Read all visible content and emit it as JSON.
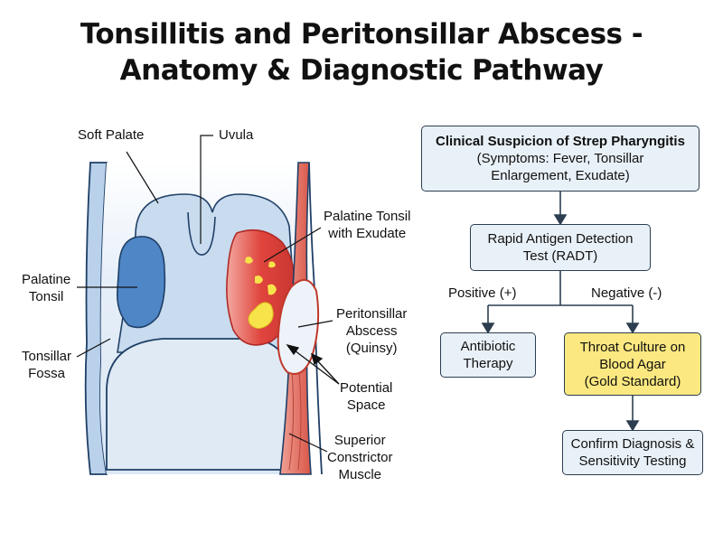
{
  "title": {
    "line1": "Tonsillitis and Peritonsillar Abscess -",
    "line2": "Anatomy & Diagnostic Pathway"
  },
  "anatomy_labels": {
    "soft_palate": "Soft Palate",
    "uvula": "Uvula",
    "palatine_tonsil_exudate_1": "Palatine Tonsil",
    "palatine_tonsil_exudate_2": "with Exudate",
    "palatine_tonsil_1": "Palatine",
    "palatine_tonsil_2": "Tonsil",
    "tonsillar_fossa_1": "Tonsillar",
    "tonsillar_fossa_2": "Fossa",
    "peritonsillar_abscess_1": "Peritonsillar",
    "peritonsillar_abscess_2": "Abscess",
    "peritonsillar_abscess_3": "(Quinsy)",
    "potential_space_1": "Potential",
    "potential_space_2": "Space",
    "superior_constrictor_1": "Superior",
    "superior_constrictor_2": "Constrictor",
    "superior_constrictor_3": "Muscle"
  },
  "flowchart": {
    "suspicion": {
      "line1": "Clinical Suspicion of Strep Pharyngitis",
      "line2": "(Symptoms: Fever, Tonsillar",
      "line3": "Enlargement, Exudate)"
    },
    "radt": {
      "line1": "Rapid Antigen Detection",
      "line2": "Test (RADT)"
    },
    "positive_label": "Positive (+)",
    "negative_label": "Negative (-)",
    "antibiotic": {
      "line1": "Antibiotic",
      "line2": "Therapy"
    },
    "culture": {
      "line1": "Throat Culture on",
      "line2": "Blood Agar",
      "line3": "(Gold Standard)"
    },
    "confirm": {
      "line1": "Confirm Diagnosis &",
      "line2": "Sensitivity Testing"
    }
  },
  "colors": {
    "tissue_light": "#dfeaf5",
    "tissue_mid": "#b9d1ea",
    "tonsil_blue": "#4f86c6",
    "inflamed_red": "#d9403a",
    "exudate_yellow": "#f7e34a",
    "muscle_red": "#e26a5f",
    "gold_box": "#fbe880",
    "box_fill": "#e9f1f8"
  }
}
